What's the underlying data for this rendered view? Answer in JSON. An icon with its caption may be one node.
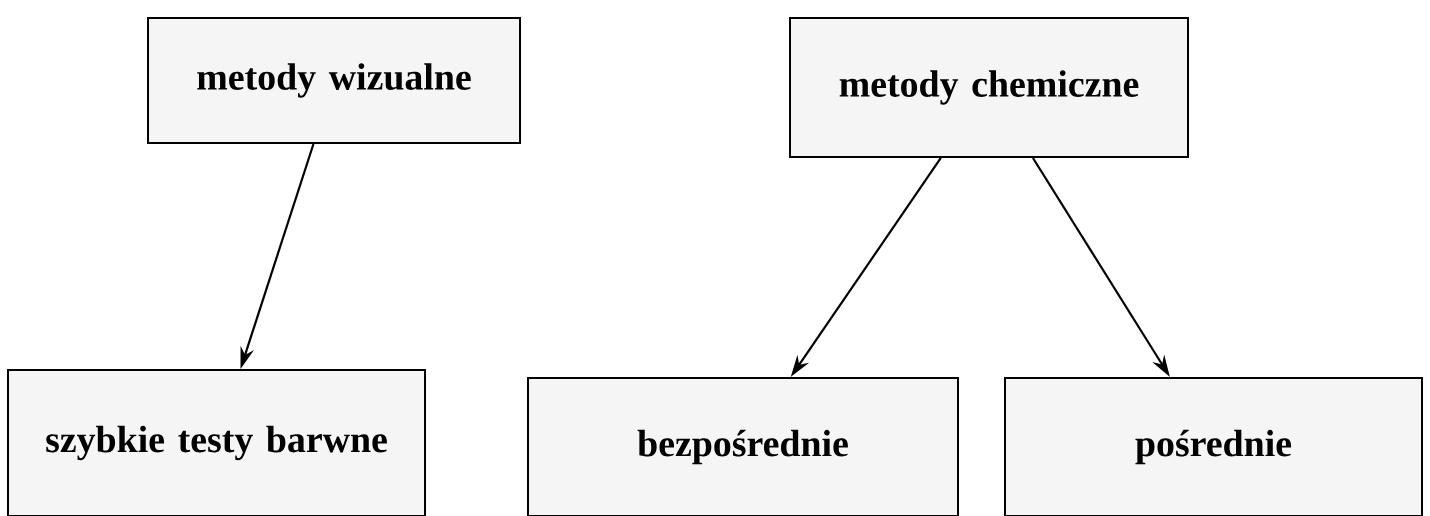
{
  "diagram": {
    "nodes": [
      {
        "text": [
          "metody wizualne"
        ]
      },
      {
        "text": [
          "metody chemiczne"
        ]
      },
      {
        "text": [
          "szybkie testy barwne"
        ]
      },
      {
        "text": [
          "bezpośrednie"
        ]
      },
      {
        "text": [
          "pośrednie"
        ]
      }
    ],
    "edges": [
      {
        "from": 0,
        "to": 2,
        "arrow": "to"
      },
      {
        "from": 1,
        "to": 3,
        "arrow": "to"
      },
      {
        "from": 1,
        "to": 4,
        "arrow": "to"
      }
    ]
  }
}
